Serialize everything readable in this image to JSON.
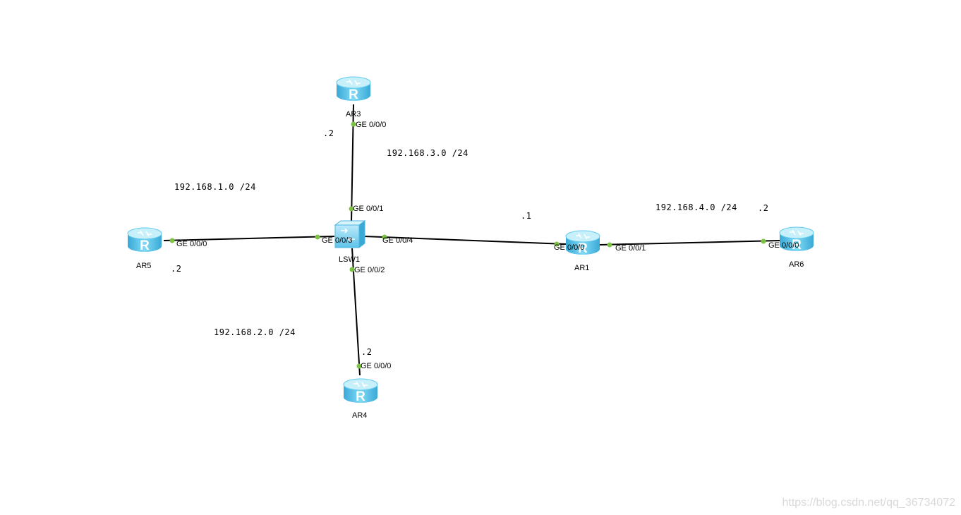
{
  "colors": {
    "link": "#000000",
    "port_dot": "#7cc243",
    "router_top": "#c8f0fb",
    "router_body": "#5fcbee",
    "router_dark": "#3aa9d6",
    "switch_body": "#8fd9f4"
  },
  "devices": {
    "ar3": {
      "name": "AR3",
      "icon": "router-icon"
    },
    "ar5": {
      "name": "AR5",
      "icon": "router-icon"
    },
    "ar4": {
      "name": "AR4",
      "icon": "router-icon"
    },
    "ar1": {
      "name": "AR1",
      "icon": "router-icon"
    },
    "ar6": {
      "name": "AR6",
      "icon": "router-icon"
    },
    "lsw1": {
      "name": "LSW1",
      "icon": "switch-icon"
    }
  },
  "ports": {
    "ar3_g000": "GE 0/0/0",
    "lsw1_g001": "GE 0/0/1",
    "ar5_g000": "GE 0/0/0",
    "lsw1_g003": "GE 0/0/3",
    "lsw1_g004": "GE 0/0/4",
    "ar1_g000": "GE 0/0/0",
    "ar1_g001": "GE 0/0/1",
    "ar6_g000": "GE 0/0/0",
    "lsw1_g002": "GE 0/0/2",
    "ar4_g000": "GE 0/0/0"
  },
  "networks": {
    "net1": "192.168.1.0 /24",
    "net2": "192.168.2.0 /24",
    "net3": "192.168.3.0 /24",
    "net4": "192.168.4.0 /24"
  },
  "host_suffixes": {
    "ar3": ".2",
    "ar5": ".2",
    "ar4": ".2",
    "ar1": ".1",
    "ar6": ".2"
  },
  "watermark": "https://blog.csdn.net/qq_36734072"
}
